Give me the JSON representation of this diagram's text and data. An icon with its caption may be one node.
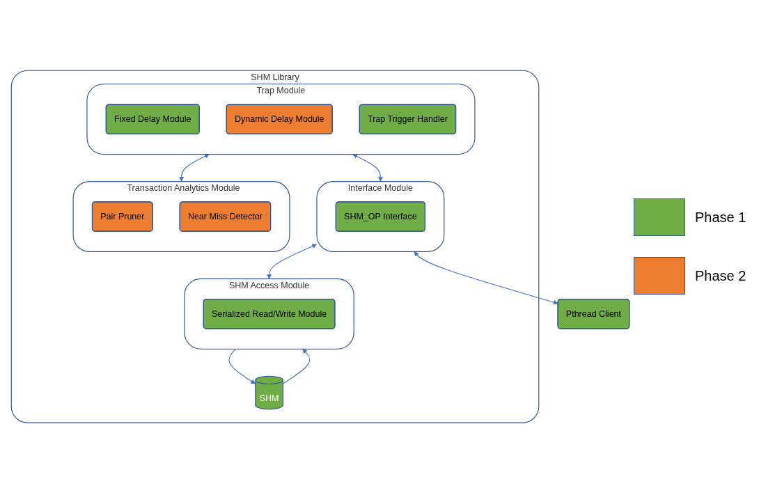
{
  "diagram": {
    "nodes": [
      {
        "text": [
          "SHM Library"
        ]
      },
      {
        "text": [
          "Trap Module"
        ],
        "in": 0
      },
      {
        "text": [
          "Fixed Delay Module"
        ],
        "in": 1
      },
      {
        "text": [
          "Dynamic Delay Module"
        ],
        "in": 1
      },
      {
        "text": [
          "Trap Trigger Handler"
        ],
        "in": 1
      },
      {
        "text": [
          "Interface Module"
        ],
        "in": 0
      },
      {
        "text": [
          "SHM_OP Interface"
        ],
        "in": 5
      },
      {
        "text": [
          "Pthread Client"
        ]
      },
      {
        "text": [
          "SHM"
        ],
        "in": 0
      },
      {
        "text": [
          "Transaction Analytics Module"
        ],
        "in": 0
      },
      {
        "text": [
          "Pair Pruner"
        ],
        "in": 9
      },
      {
        "text": [
          "Near Miss Detector"
        ],
        "in": 9
      },
      {
        "text": [
          "SHM Access Module"
        ],
        "in": 0
      },
      {
        "text": [
          "Serialized Read/Write Module"
        ],
        "in": 12
      }
    ],
    "edges": [
      {
        "from": 1,
        "to": 5,
        "arrow": "both"
      },
      {
        "from": 5,
        "to": 7,
        "arrow": "both"
      },
      {
        "from": 1,
        "to": 9,
        "arrow": "both"
      },
      {
        "from": 5,
        "to": 12,
        "arrow": "both"
      },
      {
        "from": 8,
        "to": 12,
        "arrow": "to"
      },
      {
        "from": 12,
        "to": 8,
        "arrow": "to"
      }
    ],
    "legend": [
      {
        "text": "Phase 1",
        "color": "#70ad47"
      },
      {
        "text": "Phase 2",
        "color": "#ed7d31"
      }
    ]
  }
}
